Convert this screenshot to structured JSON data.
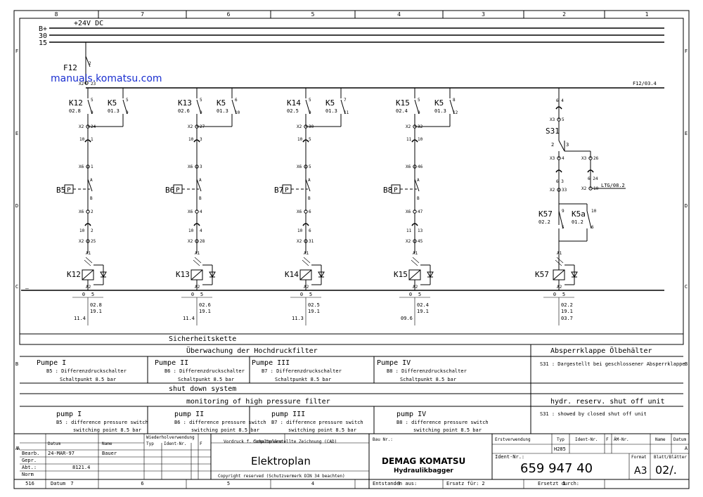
{
  "watermark": "manuals.komatsu.com",
  "watermark_color": "#1a2fd0",
  "top_columns": [
    "8",
    "7",
    "6",
    "5",
    "4",
    "3",
    "2",
    "1"
  ],
  "bottom_columns": [
    "516",
    "7",
    "6",
    "5",
    "4",
    "3",
    "2",
    "1"
  ],
  "left_rows": [
    "F",
    "E",
    "D",
    "C",
    "B",
    "A"
  ],
  "right_rows": [
    "F",
    "E",
    "D",
    "C",
    "B",
    "A"
  ],
  "rails": {
    "b_plus": "B+",
    "r30": "30",
    "r15": "15",
    "voltage": "+24V DC"
  },
  "fuse": {
    "label": "F12",
    "pin": "2",
    "terminal": "X2",
    "t_pins": "23",
    "ref": "F12/03.4"
  },
  "circuits": [
    {
      "relay": "K12",
      "relay_ref": "02.8",
      "pin_a": "5",
      "pin_b": "9",
      "k5": "K5",
      "k5_ref": "01.3",
      "k5_pin_a": "5",
      "k5_pin_b": "9",
      "x2a": "24",
      "conn1": "10",
      "conn1b": "1",
      "x6a": "1",
      "sensor": "B5",
      "x6b": "2",
      "conn2": "10",
      "conn2b": "2",
      "x2b": "25",
      "xref": [
        "0",
        "5",
        "02.8",
        "19.1",
        "11.4"
      ]
    },
    {
      "relay": "K13",
      "relay_ref": "02.6",
      "pin_a": "5",
      "pin_b": "9",
      "k5": "K5",
      "k5_ref": "01.3",
      "k5_pin_a": "6",
      "k5_pin_b": "10",
      "x2a": "27",
      "conn1": "10",
      "conn1b": "3",
      "x6a": "3",
      "sensor": "B6",
      "x6b": "4",
      "conn2": "10",
      "conn2b": "4",
      "x2b": "28",
      "xref": [
        "0",
        "5",
        "02.6",
        "19.1",
        "11.4"
      ]
    },
    {
      "relay": "K14",
      "relay_ref": "02.5",
      "pin_a": "5",
      "pin_b": "9",
      "k5": "K5",
      "k5_ref": "01.3",
      "k5_pin_a": "7",
      "k5_pin_b": "11",
      "x2a": "30",
      "conn1": "10",
      "conn1b": "5",
      "x6a": "5",
      "sensor": "B7",
      "x6b": "6",
      "conn2": "10",
      "conn2b": "6",
      "x2b": "31",
      "xref": [
        "0",
        "5",
        "02.5",
        "19.1",
        "11.3"
      ]
    },
    {
      "relay": "K15",
      "relay_ref": "02.4",
      "pin_a": "5",
      "pin_b": "9",
      "k5": "K5",
      "k5_ref": "01.3",
      "k5_pin_a": "8",
      "k5_pin_b": "12",
      "x2a": "32",
      "conn1": "11",
      "conn1b": "10",
      "x6a": "46",
      "sensor": "B8",
      "x6b": "47",
      "conn2": "11",
      "conn2b": "13",
      "x2b": "45",
      "xref": [
        "0",
        "5",
        "02.4",
        "19.1",
        "09.6"
      ]
    }
  ],
  "right_circuit": {
    "top_pins": "6 4",
    "x3_pin": "5",
    "switch": "S31",
    "sw_pin1": "2",
    "sw_pin2": "3",
    "x3b": "4",
    "x3c": "26",
    "conn": "6 3",
    "conn_r": "6 24",
    "x2a": "33",
    "x2b": "10",
    "ltg": "LTG/08.2",
    "k57": "K57",
    "k57_ref": "02.2",
    "k57_pin_a": "9",
    "k57_pin_b": "5",
    "k5a": "K5a",
    "k5a_ref": "01.2",
    "k5a_pin_a": "10",
    "k5a_pin_b": "6",
    "relay": "K57",
    "xref": [
      "0",
      "5",
      "02.2",
      "19.1",
      "03.7"
    ]
  },
  "coil_pins": {
    "a1": "A1",
    "a2": "A2"
  },
  "section_de": {
    "chain": "Sicherheitskette",
    "monitor": "Überwachung der Hochdruckfilter",
    "absperr": "Absperrklappe Ölbehälter",
    "pumps": [
      {
        "name": "Pumpe I",
        "desc": "B5 : Differenzdruckschalter",
        "point": "Schaltpunkt 8.5 bar"
      },
      {
        "name": "Pumpe II",
        "desc": "B6 : Differenzdruckschalter",
        "point": "Schaltpunkt 8.5 bar"
      },
      {
        "name": "Pumpe III",
        "desc": "B7 : Differenzdruckschalter",
        "point": "Schaltpunkt 8.5 bar"
      },
      {
        "name": "Pumpe IV",
        "desc": "B8 : Differenzdruckschalter",
        "point": "Schaltpunkt 8.5 bar"
      }
    ],
    "s31": "S31 : Dargestellt bei geschlossener Absperrklappe"
  },
  "section_en": {
    "chain": "shut down system",
    "monitor": "monitoring of high pressure filter",
    "hydr": "hydr. reserv. shut off unit",
    "pumps": [
      {
        "name": "pump I",
        "desc": "B5 : difference pressure switch",
        "point": "switching point 8.5 bar"
      },
      {
        "name": "pump II",
        "desc": "B6 : difference pressure switch",
        "point": "switching point 8.5 bar"
      },
      {
        "name": "pump III",
        "desc": "B7 : difference pressure switch",
        "point": "switching point 8.5 bar"
      },
      {
        "name": "pump IV",
        "desc": "B8 : difference pressure switch",
        "point": "switching point 8.5 bar"
      }
    ],
    "s31": "S31 : showed by closed shut off unit"
  },
  "title_block": {
    "datum_h": "Datum",
    "name_h": "Name",
    "wieder": "Wiederholverwendung",
    "typ_h": "Typ",
    "ident_h": "Ident-Nr.",
    "f_h": "F",
    "vordruck": "Vordruck f. Schaltpläne",
    "computer": "Computererstellte Zeichnung (CAD)",
    "bau": "Bau Nr.:",
    "erstv": "Erstverwendung",
    "typ2": "Typ",
    "ident2": "Ident-Nr.",
    "f2": "F",
    "aen": "ÄM-Nr.",
    "name2": "Name",
    "datum2": "Datum",
    "h285": "H285",
    "rows": [
      "Bearb.",
      "Gepr.",
      "Abt.:",
      "Norm"
    ],
    "bearb_date": "24-MAR-97",
    "bearb_name": "Bauer",
    "abt_val": "8121.4",
    "title": "Elektroplan",
    "copyright": "Copyright reserved (Schutzvermerk DIN 34 beachten)",
    "brand1": "DEMAG KOMATSU",
    "brand2": "Hydraulikbagger",
    "ident_label": "Ident-Nr.:",
    "ident": "659 947 40",
    "format_l": "Format",
    "blatt_l": "Blatt/Blätter",
    "format": "A3",
    "blatt": "02/.",
    "entst": "Entstanden aus:",
    "ersatz": "Ersatz für:",
    "ersetzt": "Ersetzt durch:",
    "datum_b": "Datum"
  }
}
